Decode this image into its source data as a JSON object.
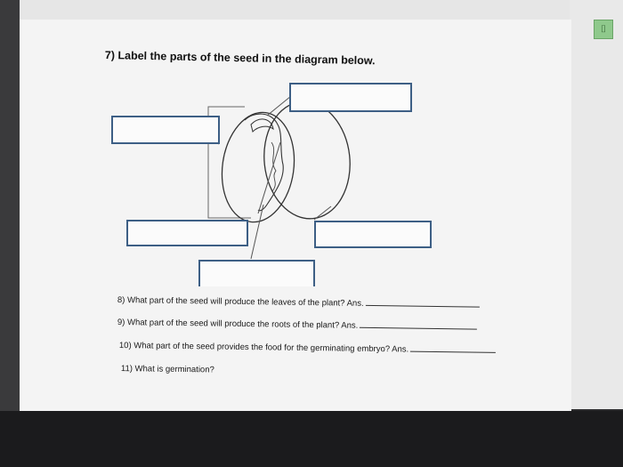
{
  "badge": {
    "glyph": "⌷"
  },
  "worksheet": {
    "q7": {
      "number": "7)",
      "text": "Label the parts of the seed in the diagram below."
    },
    "q8": {
      "text": "8) What part of the seed will produce the leaves of the plant? Ans."
    },
    "q9": {
      "text": "9) What part of the seed will produce the roots of the plant? Ans."
    },
    "q10": {
      "text": "10) What part of the seed provides the food for the germinating embryo? Ans."
    },
    "q11": {
      "text": "11) What is germination?"
    }
  },
  "colors": {
    "label_box_border": "#3d5f85",
    "page": "#f4f4f4",
    "ink": "#222222"
  }
}
